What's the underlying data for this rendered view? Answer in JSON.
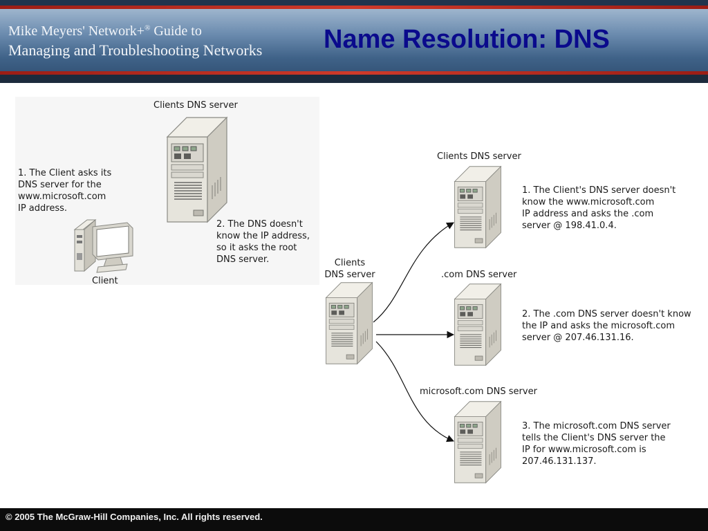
{
  "header": {
    "book_line1": "Mike Meyers' Network+",
    "book_line1_sup": "®",
    "book_line1_tail": " Guide to",
    "book_line2": "Managing and Troubleshooting Networks",
    "title": "Name Resolution: DNS"
  },
  "left_panel": {
    "server_label": "Clients DNS server",
    "step1": "1. The Client asks its\nDNS server for the\nwww.microsoft.com\nIP address.",
    "step2": "2. The DNS doesn't\nknow the IP address,\nso it asks the root\nDNS server.",
    "client_label": "Client"
  },
  "right_diagram": {
    "source_label": "Clients\nDNS server",
    "top_label": "Clients DNS server",
    "top_note": "1. The Client's DNS server doesn't\nknow the www.microsoft.com\nIP address and asks the .com\nserver @ 198.41.0.4.",
    "mid_label": ".com DNS server",
    "mid_note": "2. The .com DNS server doesn't know\nthe IP and asks the microsoft.com\nserver @ 207.46.131.16.",
    "bot_label": "microsoft.com DNS server",
    "bot_note": "3. The microsoft.com DNS server\ntells the Client's DNS server the\nIP for www.microsoft.com is\n207.46.131.137."
  },
  "footer": {
    "copyright": "© 2005 The McGraw-Hill Companies, Inc.  All rights reserved."
  },
  "colors": {
    "title": "#0a0a8c",
    "header_accent": "#cf3a2a",
    "header_bg": "#3f6288"
  }
}
